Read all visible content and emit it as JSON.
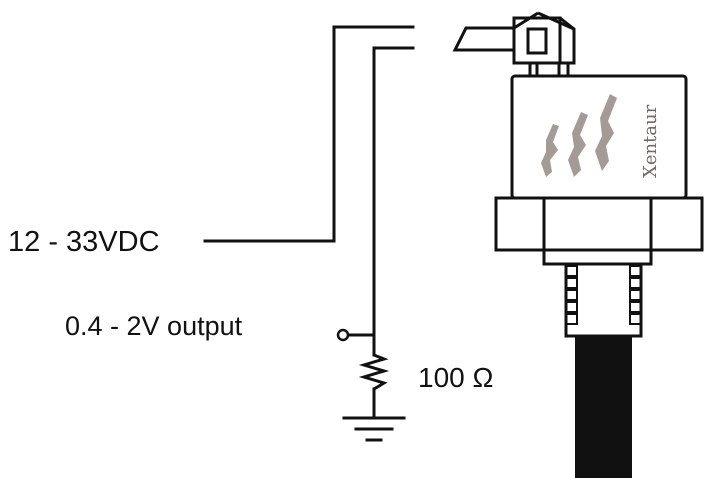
{
  "labels": {
    "supply": "12 - 33VDC",
    "output": "0.4 - 2V output",
    "resistor": "100 Ω"
  },
  "sensor": {
    "brand": "Xentaur"
  },
  "colors": {
    "line": "#111111",
    "body_fill": "#ffffff",
    "logo_stripes": "#a49b95",
    "brand_text": "#6f6a67"
  },
  "icons": {
    "ground": "ground-symbol",
    "resistor": "zigzag-resistor",
    "terminal": "open-circle-terminal"
  }
}
